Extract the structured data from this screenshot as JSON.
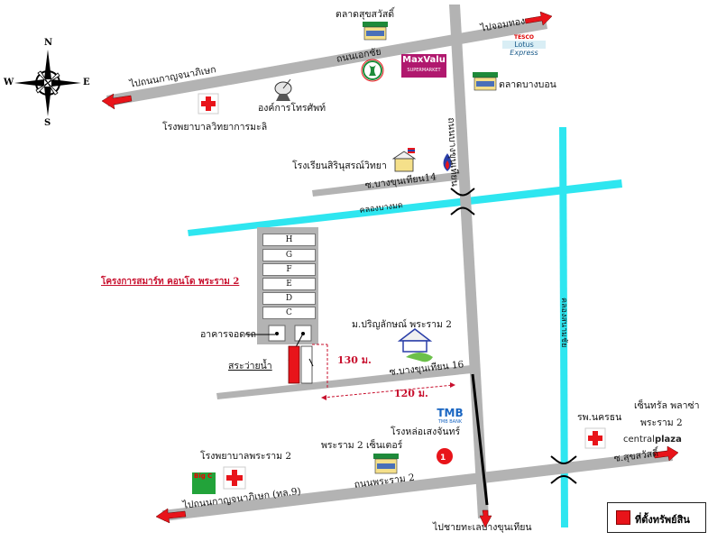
{
  "compass": {
    "n": "N",
    "s": "S",
    "e": "E",
    "w": "W"
  },
  "roads": {
    "top_west_dest": "ไปถนนกาญจนาภิเษก",
    "top_east_dest": "ไปจอมทอง",
    "ekkachai": "ถนนเอกชัย",
    "bangkhunthian": "ถนนบางขุนเทียน",
    "soi14": "ซ.บางขุนเทียน14",
    "soi16": "ซ.บางขุนเทียน 16",
    "canal_bangmot": "คลองบางมด",
    "canal_sanamchai": "คลองสนามชัย",
    "rama2": "ถนนพระราม 2",
    "bottom_west_dest": "ไปถนนกาญจนาภิเษก (ทล.9)",
    "south_dest": "ไปชายทะเลบางขุนเทียน",
    "soi_sukhumvit": "ซ.สุขสวัสดิ์"
  },
  "places": {
    "market_suksawat": "ตลาดสุขสวัสดิ์",
    "tot": "องค์การโทรศัพท์",
    "hospital_vithaya": "โรงพยาบาลวิทยาการมะลิ",
    "market_bangbon": "ตลาดบางบอน",
    "school": "โรงเรียนสิรินุสรณ์วิทยา",
    "project": "โครงการสมาร์ท คอนโด พระราม 2",
    "parking": "อาคารจอดรถ",
    "pool": "สระว่ายน้ำ",
    "prinlarp": "ม.ปริญลักษณ์ พระราม 2",
    "foundry": "โรงหล่อเสงจันทร์",
    "rama2_center": "พระราม 2 เซ็นเตอร์",
    "hospital_rama2": "โรงพยาบาลพระราม 2",
    "hospital_nakhon": "รพ.นครธน",
    "central_line1": "เซ็นทรัล พลาซ่า",
    "central_line2": "พระราม 2"
  },
  "buildings": [
    "H",
    "G",
    "F",
    "E",
    "D",
    "C"
  ],
  "distances": {
    "d130": "130 ม.",
    "d120": "120 ม."
  },
  "brands": {
    "maxvalu": "MaxValu",
    "maxvalu_sub": "SUPERMARKET",
    "tesco": "TESCO",
    "lotus": "Lotus",
    "express": "Express",
    "tmb": "TMB",
    "tmb_sub": "TMB BANK",
    "central_a": "central",
    "central_b": "plaza",
    "big": "Big C"
  },
  "legend": {
    "label": "ที่ตั้งทรัพย์สิน"
  },
  "colors": {
    "road": "#b3b3b3",
    "canal": "#2ee6f0",
    "property": "#e8141a",
    "arrow": "#e8141a",
    "label_red": "#c8102e"
  }
}
